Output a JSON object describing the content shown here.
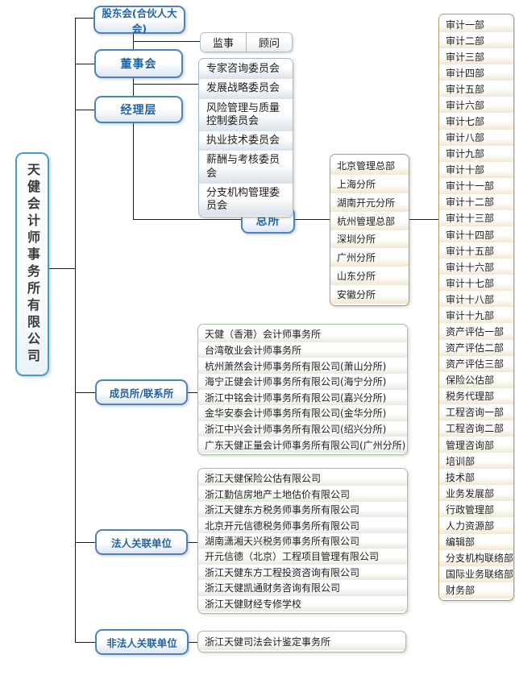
{
  "root": {
    "label": "天健会计师事务所有限公司"
  },
  "governance": {
    "shareholders": "股东会(合伙人大会)",
    "board": "董事会",
    "management": "经理层",
    "head_office": "总所",
    "member_firms_label": "成员所/联系所",
    "legal_affiliates_label": "法人关联单位",
    "non_legal_affiliates_label": "非法人关联单位"
  },
  "supervisors": [
    "监事",
    "顾问"
  ],
  "committees": [
    "专家咨询委员会",
    "发展战略委员会",
    "风险管理与质量控制委员会",
    "执业技术委员会",
    "薪酬与考核委员会",
    "分支机构管理委员会"
  ],
  "head_office_units": [
    "北京管理总部",
    "上海分所",
    "湖南开元分所",
    "杭州管理总部",
    "深圳分所",
    "广州分所",
    "山东分所",
    "安徽分所"
  ],
  "departments": [
    "审计一部",
    "审计二部",
    "审计三部",
    "审计四部",
    "审计五部",
    "审计六部",
    "审计七部",
    "审计八部",
    "审计九部",
    "审计十部",
    "审计十一部",
    "审计十二部",
    "审计十三部",
    "审计十四部",
    "审计十五部",
    "审计十六部",
    "审计十七部",
    "审计十八部",
    "审计十九部",
    "资产评估一部",
    "资产评估二部",
    "资产评估三部",
    "保险公估部",
    "税务代理部",
    "工程咨询一部",
    "工程咨询二部",
    "管理咨询部",
    "培训部",
    "技术部",
    "业务发展部",
    "行政管理部",
    "人力资源部",
    "编辑部",
    "分支机构联络部",
    "国际业务联络部",
    "财务部"
  ],
  "member_firms": [
    "天健（香港）会计师事务所",
    "台湾敬业会计师事务所",
    "杭州萧然会计师事务所有限公司(萧山分所)",
    "海宁正健会计师事务所有限公司(海宁分所)",
    "浙江中铭会计师事务所有限公司(嘉兴分所)",
    "金华安泰会计师事务所有限公司(金华分所)",
    "浙江中兴会计师事务所有限公司(绍兴分所)",
    "广东天健正量会计师事务所有限公司(广州分所)"
  ],
  "legal_affiliates": [
    "浙江天健保险公估有限公司",
    "浙江勤信房地产土地估价有限公司",
    "浙江天健东方税务师事务所有限公司",
    "北京开元信德税务师事务所有限公司",
    "湖南潇湘天兴税务师事务所有限公司",
    "开元信德（北京）工程项目管理有限公司",
    "浙江天健东方工程投资咨询有限公司",
    "浙江天健凯通财务咨询有限公司",
    "浙江天健财经专修学校"
  ],
  "non_legal_affiliates": [
    "浙江天健司法会计鉴定事务所"
  ],
  "colors": {
    "blue_node_border": "#4f81bd",
    "blue_node_text": "#1f63a5",
    "company_border": "#44a0c8",
    "tan_list_border": "#b09a6e",
    "green_list_border": "#a2c3a0",
    "committee_border": "#a5b8cc",
    "connector": "#1a1a1a"
  }
}
